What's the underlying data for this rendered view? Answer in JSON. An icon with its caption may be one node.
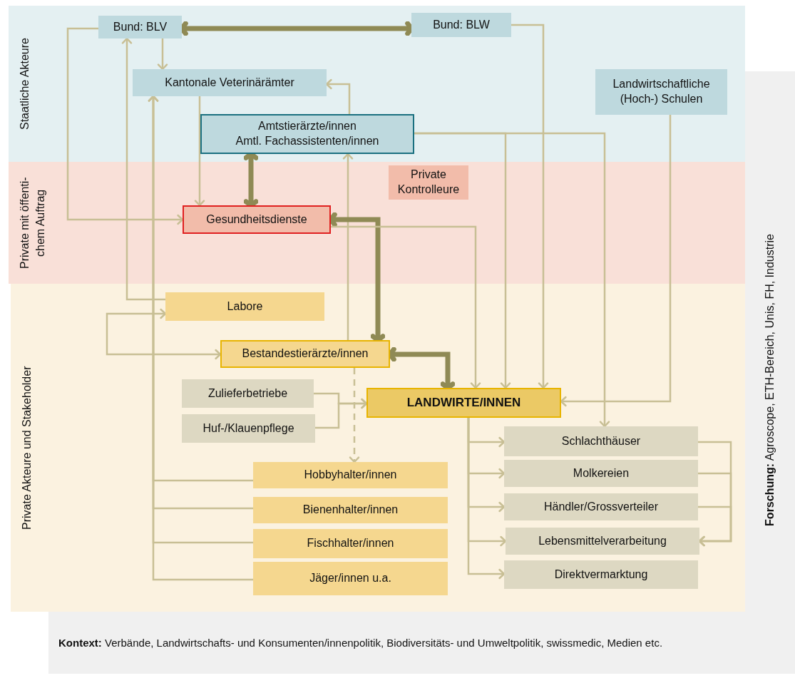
{
  "diagram": {
    "nodes": [
      {
        "text": [
          "Staatliche Akteure"
        ]
      },
      {
        "text": [
          "Bund: BLV"
        ],
        "in": 0
      },
      {
        "text": [
          "Bund: BLW"
        ],
        "in": 0
      },
      {
        "text": [
          "Kantonale Veterinärämter"
        ],
        "in": 0
      },
      {
        "text": [
          "Landwirtschaftliche (Hoch-) Schulen"
        ],
        "in": 0
      },
      {
        "text": [
          "Amtstierärzte/innen",
          "Amtl. Fachassistenten/innen"
        ],
        "in": 0
      },
      {
        "text": [
          "Private mit öffenti- chem Auftrag"
        ]
      },
      {
        "text": [
          "Gesundheitsdienste"
        ],
        "in": 6
      },
      {
        "text": [
          "Private Kontrolleure"
        ],
        "in": 6
      },
      {
        "text": [
          "Private Akteure und Stakeholder"
        ]
      },
      {
        "text": [
          "Labore"
        ],
        "in": 9
      },
      {
        "text": [
          "Bestandestierärzte/innen"
        ],
        "in": 9
      },
      {
        "text": [
          "Zulieferbetriebe"
        ],
        "in": 9
      },
      {
        "text": [
          "Huf-/Klauenpflege"
        ],
        "in": 9
      },
      {
        "text": [
          "LANDWIRTE/INNEN"
        ],
        "in": 9
      },
      {
        "text": [
          "Hobbyhalter/innen"
        ],
        "in": 9
      },
      {
        "text": [
          "Bienenhalter/innen"
        ],
        "in": 9
      },
      {
        "text": [
          "Fischhalter/innen"
        ],
        "in": 9
      },
      {
        "text": [
          "Jäger/innen u.a."
        ],
        "in": 9
      },
      {
        "text": [
          "Schlachthäuser"
        ],
        "in": 9
      },
      {
        "text": [
          "Molkereien"
        ],
        "in": 9
      },
      {
        "text": [
          "Händler/Grossverteiler"
        ],
        "in": 9
      },
      {
        "text": [
          "Lebensmittelverarbeitung"
        ],
        "in": 9
      },
      {
        "text": [
          "Direktvermarktung"
        ],
        "in": 9
      },
      {
        "text": [
          "**Forschung:** Agroscope, ETH-Bereich, Unis, FH, Industrie"
        ]
      },
      {
        "text": [
          "**Kontext:** Verbände, Landwirtschafts- und Konsumenten/innenpolitik, Biodiversitäts- und Umweltpolitik, swissmedic, Medien etc."
        ]
      }
    ],
    "edges": [
      {
        "from": 1,
        "to": 2,
        "arrow": "both",
        "style": "thick",
        "color": "#8f8a55"
      },
      {
        "from": 1,
        "to": 3,
        "arrow": "to"
      },
      {
        "from": 1,
        "to": 7,
        "arrow": "to"
      },
      {
        "from": 10,
        "to": 1,
        "arrow": "to"
      },
      {
        "from": 15,
        "to": 3,
        "arrow": "to"
      },
      {
        "from": 16,
        "to": 3,
        "arrow": "to"
      },
      {
        "from": 17,
        "to": 3,
        "arrow": "to"
      },
      {
        "from": 18,
        "to": 3,
        "arrow": "to"
      },
      {
        "from": 3,
        "to": 7,
        "arrow": "to"
      },
      {
        "from": 5,
        "to": 3,
        "arrow": "to"
      },
      {
        "from": 5,
        "to": 7,
        "arrow": "both",
        "style": "thick",
        "color": "#8f8a55"
      },
      {
        "from": 11,
        "to": 5,
        "arrow": "to"
      },
      {
        "from": 7,
        "to": 11,
        "arrow": "both",
        "style": "thick",
        "color": "#8f8a55"
      },
      {
        "from": 11,
        "to": 14,
        "arrow": "both",
        "style": "thick",
        "color": "#8f8a55"
      },
      {
        "from": 10,
        "to": 11,
        "arrow": "both"
      },
      {
        "from": 11,
        "to": 15,
        "arrow": "to",
        "style": "dashed"
      },
      {
        "from": 12,
        "to": 14,
        "arrow": "to"
      },
      {
        "from": 13,
        "to": 14,
        "arrow": "to"
      },
      {
        "from": 7,
        "to": 14,
        "arrow": "to"
      },
      {
        "from": 5,
        "to": 14,
        "arrow": "to"
      },
      {
        "from": 2,
        "to": 14,
        "arrow": "to"
      },
      {
        "from": 5,
        "to": 19,
        "arrow": "to"
      },
      {
        "from": 4,
        "to": 14,
        "arrow": "to"
      },
      {
        "from": 14,
        "to": 19,
        "arrow": "to"
      },
      {
        "from": 14,
        "to": 20,
        "arrow": "to"
      },
      {
        "from": 14,
        "to": 21,
        "arrow": "to"
      },
      {
        "from": 14,
        "to": 22,
        "arrow": "to"
      },
      {
        "from": 14,
        "to": 23,
        "arrow": "to"
      },
      {
        "from": 19,
        "to": 22,
        "arrow": "to"
      },
      {
        "from": 20,
        "to": 22,
        "arrow": "to"
      },
      {
        "from": 21,
        "to": 22,
        "arrow": "to"
      }
    ]
  }
}
